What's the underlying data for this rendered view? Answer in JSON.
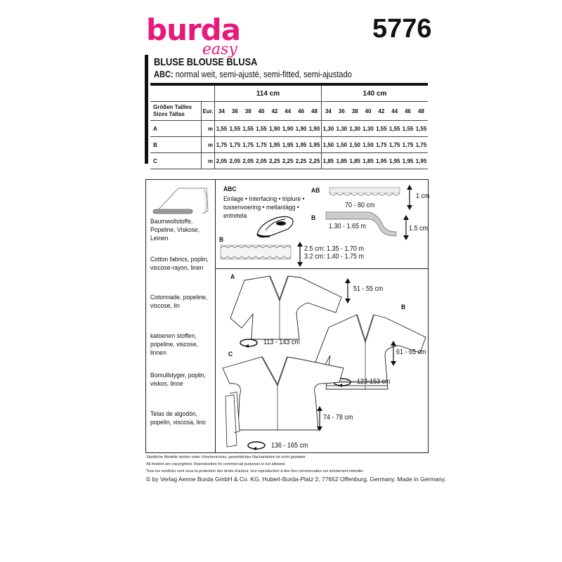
{
  "brand": {
    "name": "burda",
    "sub": "easy",
    "color": "#e6197d"
  },
  "pattern_number": "5776",
  "title": "BLUSE   BLOUSE   BLUSA",
  "subtitle": {
    "prefix": "ABC:",
    "text": " normal weit, semi-ajusté, semi-fitted, semi-ajustado"
  },
  "yardage_table": {
    "size_label_line1": "Größen  Tailles",
    "size_label_line2": "Sizes  Tallas",
    "eur_label": "Eur.",
    "widths": [
      "114 cm",
      "140 cm"
    ],
    "sizes": [
      "34",
      "36",
      "38",
      "40",
      "42",
      "44",
      "46",
      "48"
    ],
    "unit": "m",
    "rows": [
      {
        "view": "A",
        "w114": [
          "1,55",
          "1,55",
          "1,55",
          "1,55",
          "1,90",
          "1,90",
          "1,90",
          "1,90"
        ],
        "w140": [
          "1,30",
          "1,30",
          "1,30",
          "1,30",
          "1,55",
          "1,55",
          "1,55",
          "1,55"
        ]
      },
      {
        "view": "B",
        "w114": [
          "1,75",
          "1,75",
          "1,75",
          "1,75",
          "1,95",
          "1,95",
          "1,95",
          "1,95"
        ],
        "w140": [
          "1,50",
          "1,50",
          "1,50",
          "1,50",
          "1,75",
          "1,75",
          "1,75",
          "1,75"
        ]
      },
      {
        "view": "C",
        "w114": [
          "2,05",
          "2,05",
          "2,05",
          "2,05",
          "2,25",
          "2,25",
          "2,25",
          "2,25"
        ],
        "w140": [
          "1,85",
          "1,85",
          "1,85",
          "1,85",
          "1,95",
          "1,95",
          "1,95",
          "1,95"
        ]
      }
    ]
  },
  "fabrics": [
    "Baumwollstoffe, Popeline, Viskose, Leinen",
    "Cotton fabrics, poplin, viscose-rayon, linen",
    "Cotonnade, popeline, viscose, lin",
    "katoenen stoffen, popeline, viscose, linnen",
    "Bomullstyger, poplin, viskos, linne",
    "Telas de algodón, popelin, viscosa, lino"
  ],
  "notions": {
    "interfacing_views": "ABC",
    "interfacing_line1": "Einlage • Interfacing • triplure •",
    "interfacing_line2": "tussenvoering • mellanlägg •",
    "interfacing_line3": "entretela",
    "lace_ab_label": "AB",
    "lace_ab_length": "70 - 80 cm",
    "lace_ab_width": "1 cm",
    "ribbon_b_label": "B",
    "ribbon_b_length": "1.30 - 1.65 m",
    "ribbon_b_width": "1.5 cm",
    "lace_b_label": "B",
    "lace_b_line1": "2.5 cm: 1.35 - 1.70 m",
    "lace_b_line2": "3.2 cm: 1.40 - 1.75 m"
  },
  "views": {
    "A": {
      "label": "A",
      "length": "51 - 55 cm",
      "width": "113 - 143 cm"
    },
    "B": {
      "label": "B",
      "length": "61 - 65 cm",
      "width": "123-153 cm"
    },
    "C": {
      "label": "C",
      "length": "74 - 78 cm",
      "width": "136 - 165 cm"
    }
  },
  "footer": {
    "de": "Sämtliche Modelle stehen unter Urheberschutz, gewerbliches Nacharbeiten ist nicht gestattet.",
    "en": "All models are copyrighted. Reproduction for commercial purposes is not allowed.",
    "fr": "Tous les modèles sont sous la protection des droits d'auteur, leur reproduction à des fins commerciales est strictement interdite.",
    "copyright": "© by Verlag Aenne Burda GmbH & Co. KG, Hubert-Burda-Platz 2, 77652 Offenburg, Germany. Made in Germany."
  }
}
